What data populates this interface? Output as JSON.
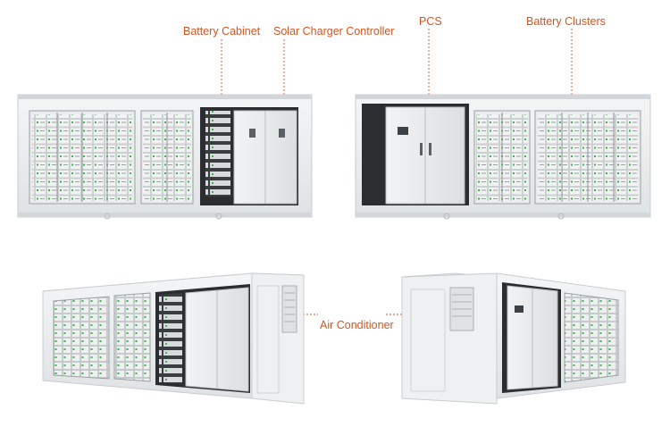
{
  "labels": {
    "battery_cabinet": "Battery Cabinet",
    "solar_charger_controller": "Solar Charger Controller",
    "pcs": "PCS",
    "battery_clusters": "Battery Clusters",
    "air_conditioner": "Air Conditioner"
  },
  "colors": {
    "label": "#d9531e",
    "leader": "#d9531e",
    "container_frame": "#e6e8ea",
    "container_edge": "#c8ccd0",
    "battery_module": "#f1f2f2",
    "module_led": "#39b54a",
    "cabinet_door": "#eceeef",
    "interior_dark": "#2b2d30"
  },
  "icons": {
    "battery_module": "battery-module-icon",
    "control_display": "display-panel-icon",
    "air_conditioner": "hvac-unit-icon"
  }
}
